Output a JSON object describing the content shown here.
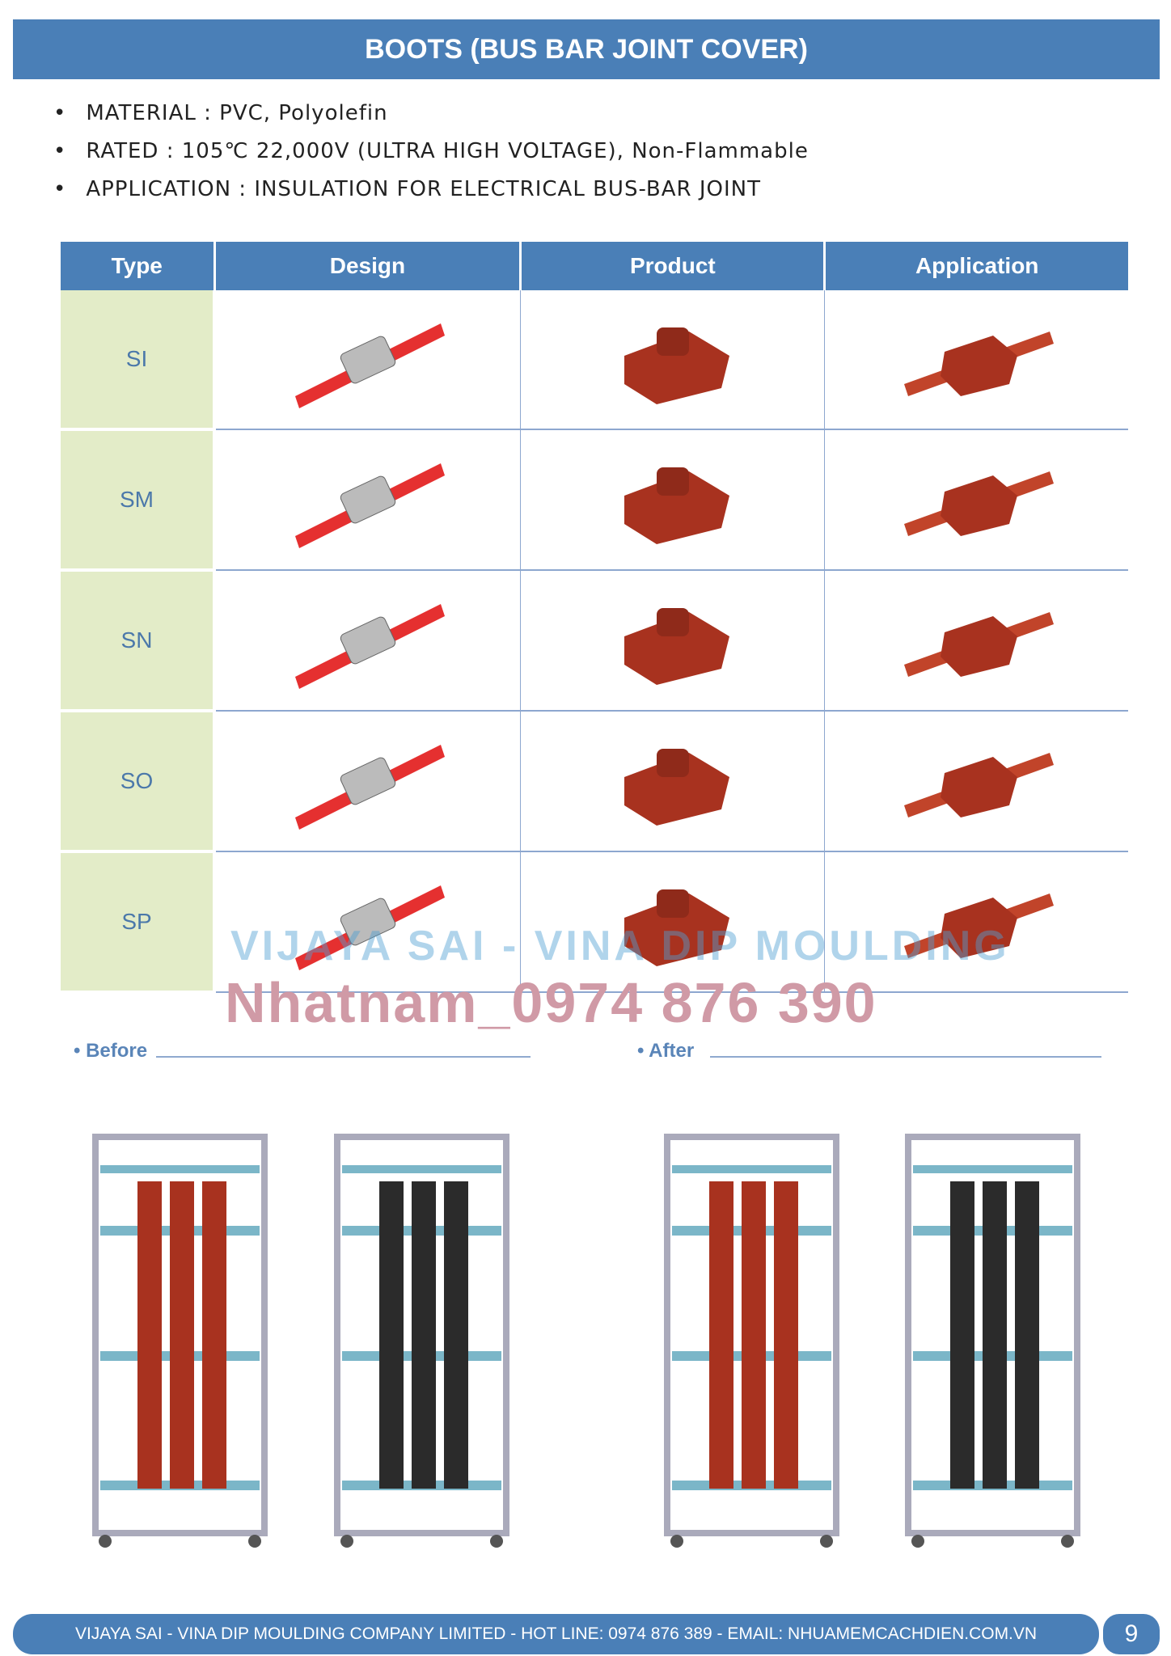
{
  "header": {
    "title": "BOOTS (BUS BAR JOINT COVER)"
  },
  "specs": [
    "MATERIAL : PVC, Polyolefin",
    "RATED : 105℃ 22,000V (ULTRA HIGH VOLTAGE), Non-Flammable",
    "APPLICATION : INSULATION FOR ELECTRICAL BUS-BAR JOINT"
  ],
  "table": {
    "columns": [
      "Type",
      "Design",
      "Product",
      "Application"
    ],
    "rows": [
      {
        "type": "SI"
      },
      {
        "type": "SM"
      },
      {
        "type": "SN"
      },
      {
        "type": "SO"
      },
      {
        "type": "SP"
      }
    ]
  },
  "watermarks": {
    "company": "VIJAYA SAI - VINA DIP MOULDING",
    "contact": "Nhatnam_0974 876 390"
  },
  "comparison": {
    "before": "• Before",
    "after": "• After"
  },
  "footer": {
    "text": "VIJAYA SAI - VINA DIP MOULDING COMPANY LIMITED  - HOT LINE: 0974 876 389 - EMAIL: NHUAMEMCACHDIEN.COM.VN",
    "page": "9"
  },
  "colors": {
    "brand_blue": "#4a7fb7",
    "type_cell": "#e3ecc8",
    "boot_red": "#a8321f"
  }
}
